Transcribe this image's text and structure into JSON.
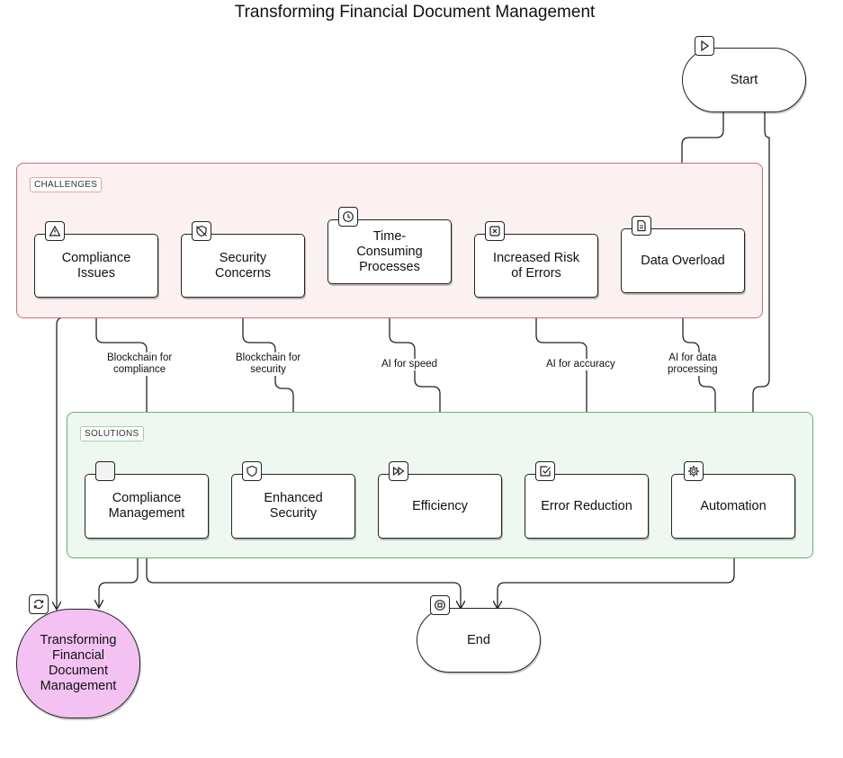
{
  "title": "Transforming Financial Document Management",
  "groups": {
    "challenges": "CHALLENGES",
    "solutions": "SOLUTIONS"
  },
  "nodes": {
    "start": "Start",
    "end": "End",
    "final": "Transforming\nFinancial\nDocument\nManagement",
    "compliance_issues": "Compliance\nIssues",
    "security_concerns": "Security\nConcerns",
    "time_consuming": "Time-\nConsuming\nProcesses",
    "increased_risk": "Increased Risk\nof Errors",
    "data_overload": "Data Overload",
    "compliance_management": "Compliance\nManagement",
    "enhanced_security": "Enhanced\nSecurity",
    "efficiency": "Efficiency",
    "error_reduction": "Error Reduction",
    "automation": "Automation"
  },
  "edge_labels": {
    "blockchain_compliance": "Blockchain for\ncompliance",
    "blockchain_security": "Blockchain for\nsecurity",
    "ai_speed": "AI for speed",
    "ai_accuracy": "AI for accuracy",
    "ai_data": "AI for data\nprocessing"
  },
  "icons": {
    "start": "play-icon",
    "compliance_issues": "warning-icon",
    "security_concerns": "shield-off-icon",
    "time_consuming": "clock-icon",
    "increased_risk": "x-box-icon",
    "data_overload": "document-icon",
    "compliance_management": "blank-icon",
    "enhanced_security": "shield-icon",
    "efficiency": "fast-forward-icon",
    "error_reduction": "check-box-icon",
    "automation": "gear-icon",
    "final": "refresh-icon",
    "end": "stop-icon"
  },
  "colors": {
    "challenges_fill": "#fcf1f1",
    "challenges_border": "#d86a6a",
    "solutions_fill": "#eff8f0",
    "solutions_border": "#63b36f",
    "final_fill": "#f3c2f3"
  }
}
